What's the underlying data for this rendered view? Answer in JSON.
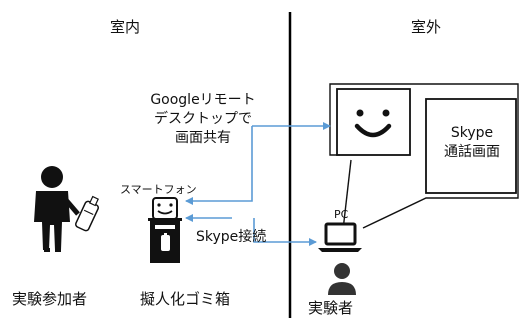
{
  "labels": {
    "indoor": "室内",
    "outdoor": "室外",
    "remote_desktop": [
      "Googleリモート",
      "デスクトップで",
      "画面共有"
    ],
    "smartphone": "スマートフォン",
    "skype_connection": "Skype接続",
    "pc": "PC",
    "skype_call_screen": [
      "Skype",
      "通話画面"
    ],
    "participant": "実験参加者",
    "trash_bin": "擬人化ゴミ箱",
    "experimenter": "実験者"
  },
  "colors": {
    "arrow": "#5b9bd5",
    "ink": "#111111",
    "divider": "#000000"
  },
  "icons": [
    "person-with-bottle-icon",
    "trash-bin-robot-icon",
    "laptop-icon",
    "experimenter-icon",
    "smiley-face-icon"
  ]
}
